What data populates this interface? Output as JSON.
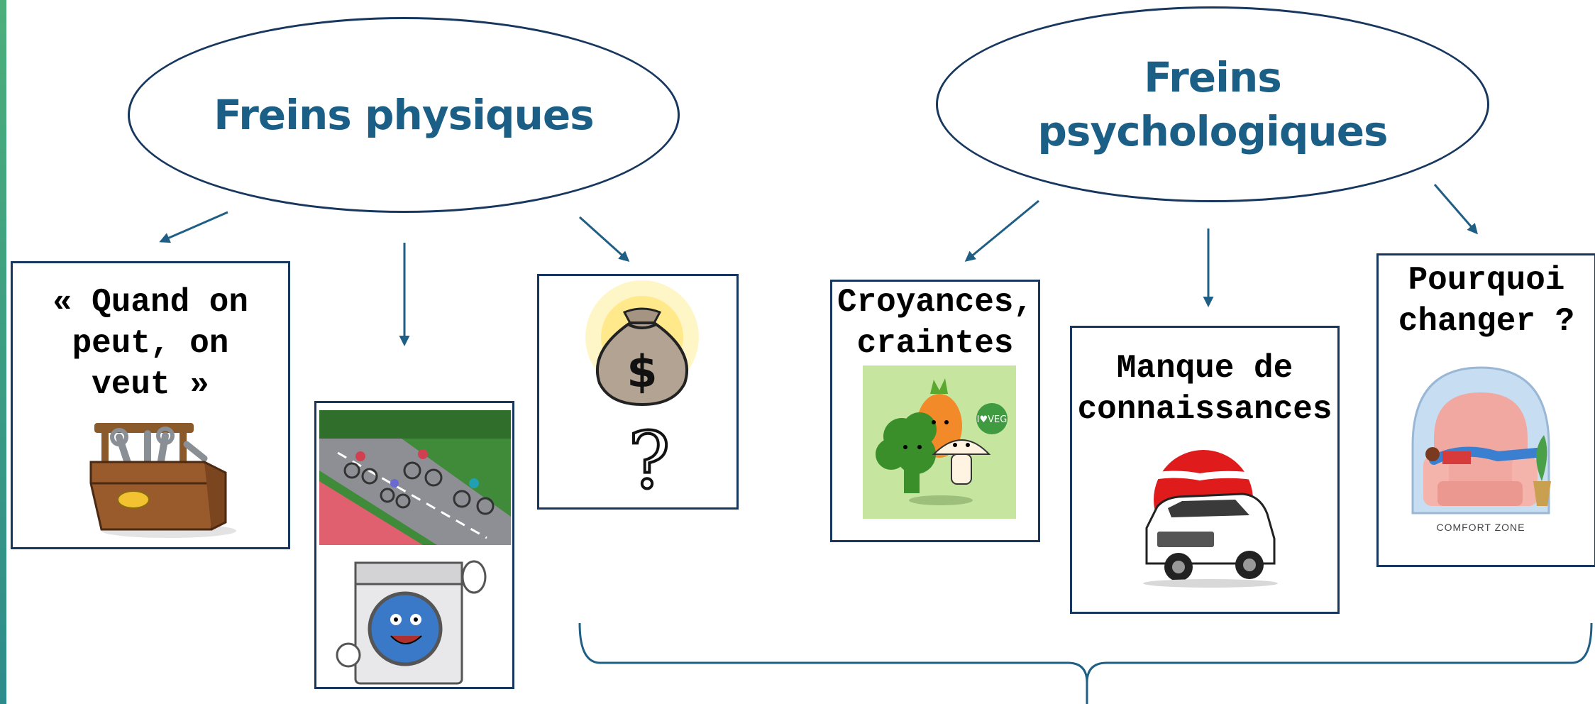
{
  "categories": {
    "physical": {
      "title": "Freins physiques"
    },
    "psychological": {
      "title": "Freins psychologiques"
    }
  },
  "cards": {
    "quand": {
      "label": "« Quand on\npeut, on\nveut »",
      "icon": "toolbox-icon"
    },
    "velo": {
      "icon": "cyclists-washing-machine-icon"
    },
    "argent": {
      "icon": "money-bag-question-icon"
    },
    "croyances": {
      "label": "Croyances,\ncraintes",
      "icon": "vegetables-icon"
    },
    "manque": {
      "label": "Manque de\nconnaissances",
      "icon": "suv-car-icon"
    },
    "pourquoi": {
      "label": "Pourquoi\nchanger ?",
      "icon": "comfort-zone-armchair-icon",
      "caption": "COMFORT ZONE"
    }
  },
  "colors": {
    "title": "#1b5f86",
    "border": "#17375e",
    "arrow": "#1f5f85"
  }
}
